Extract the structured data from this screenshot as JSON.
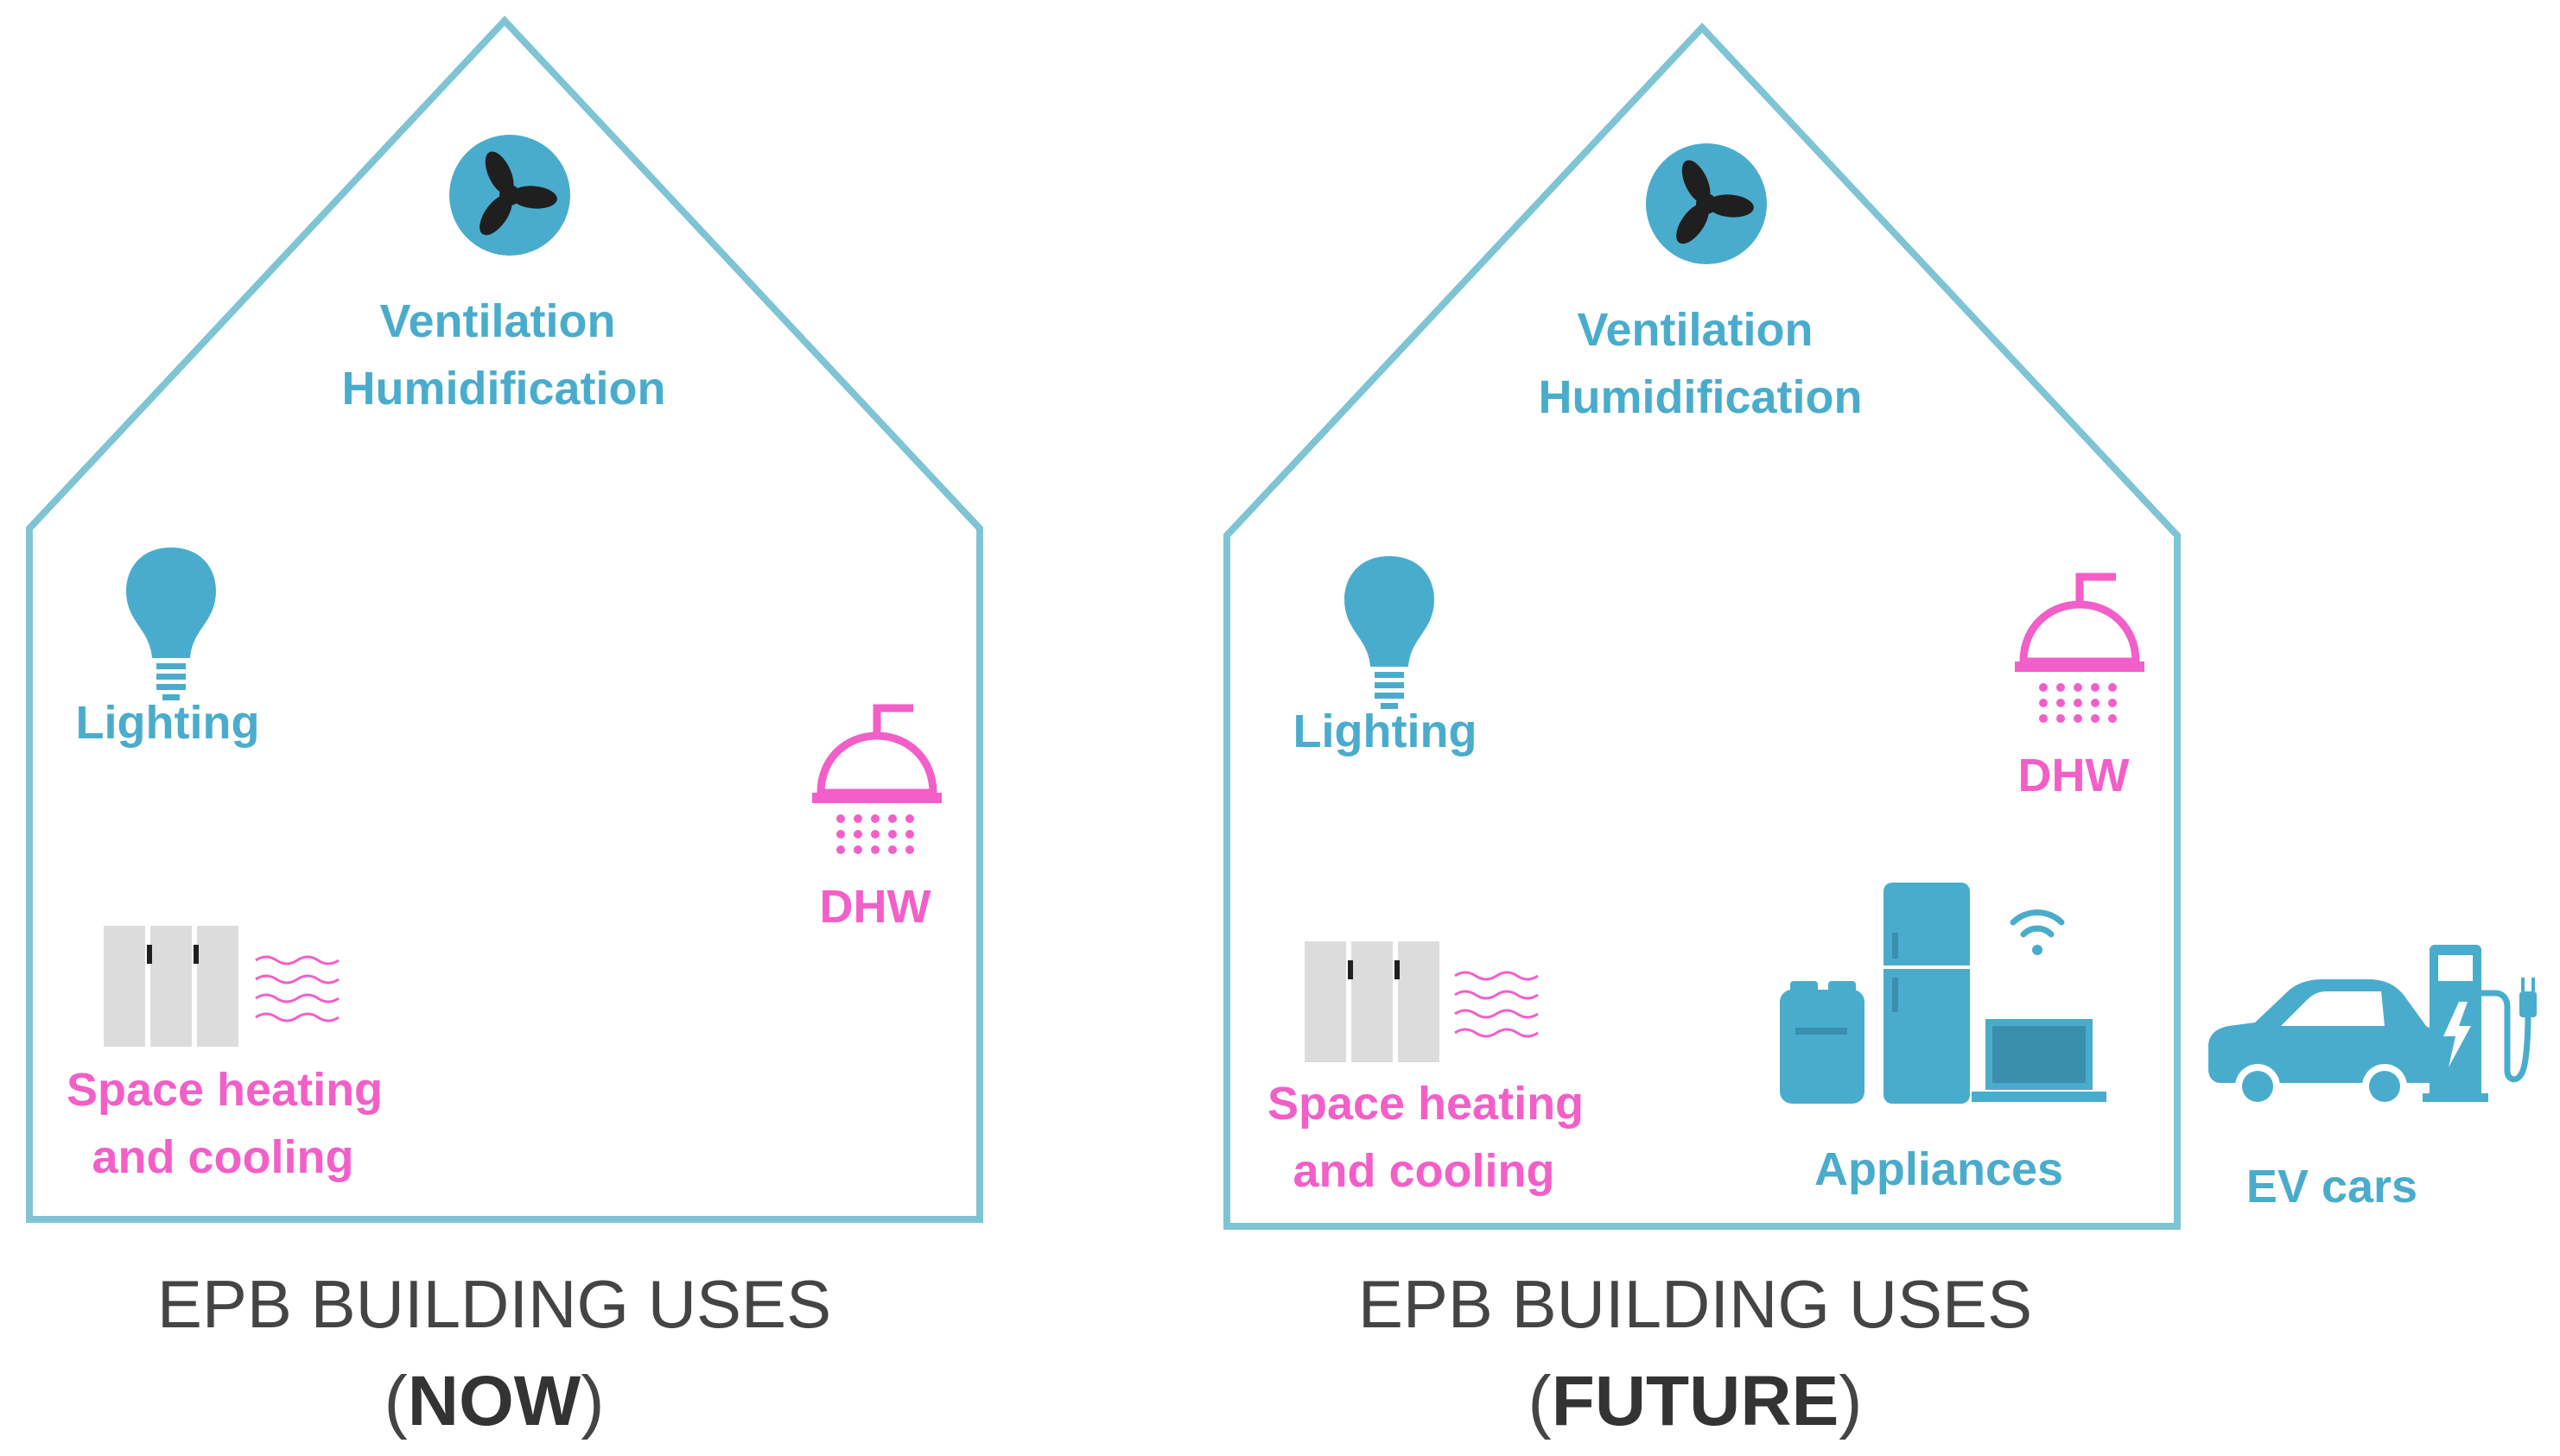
{
  "colors": {
    "outline": "#7ec4d4",
    "blue": "#4aaccc",
    "pink": "#f25fc8",
    "caption": "#444444",
    "radiator": "#dcdcdc",
    "dark": "#1f1f1f"
  },
  "panels": [
    {
      "caption_line1": "EPB BUILDING USES",
      "caption_open": "(",
      "caption_emph": "NOW",
      "caption_close": ")",
      "ventilation": "Ventilation",
      "humidification": "Humidification",
      "lighting": "Lighting",
      "dhw": "DHW",
      "heating_line1": "Space heating",
      "heating_line2": "and cooling"
    },
    {
      "caption_line1": "EPB BUILDING USES",
      "caption_open": "(",
      "caption_emph": "FUTURE",
      "caption_close": ")",
      "ventilation": "Ventilation",
      "humidification": "Humidification",
      "lighting": "Lighting",
      "dhw": "DHW",
      "heating_line1": "Space heating",
      "heating_line2": "and cooling",
      "appliances": "Appliances",
      "ev": "EV cars"
    }
  ],
  "icons": [
    "fan-icon",
    "light-bulb-icon",
    "shower-icon",
    "radiator-icon",
    "heat-waves-icon",
    "appliances-icon",
    "wifi-icon",
    "laptop-icon",
    "car-icon",
    "charging-station-icon"
  ]
}
